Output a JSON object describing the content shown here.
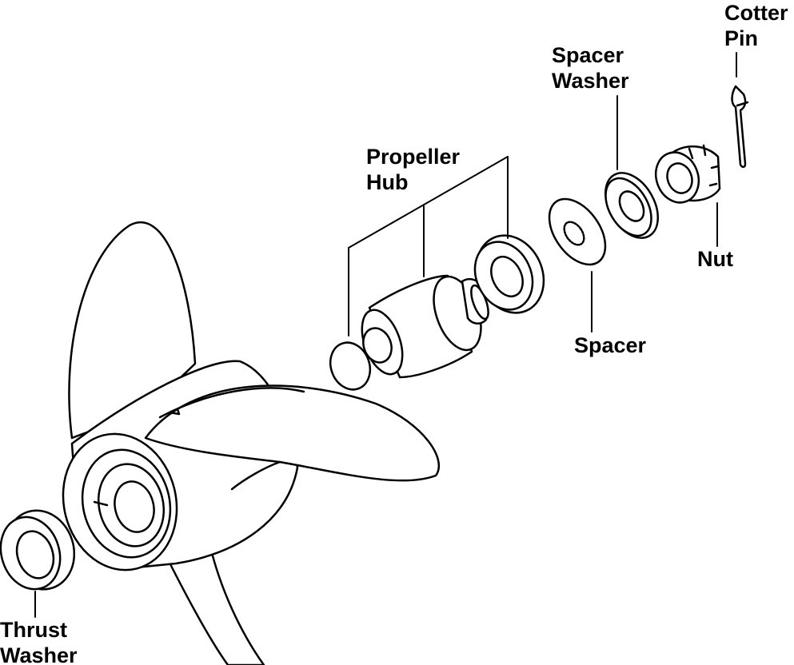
{
  "labels": {
    "cotter_pin": [
      "Cotter",
      "Pin"
    ],
    "spacer_washer": [
      "Spacer",
      "Washer"
    ],
    "propeller_hub": [
      "Propeller",
      "Hub"
    ],
    "nut": [
      "Nut"
    ],
    "spacer": [
      "Spacer"
    ],
    "thrust_washer": [
      "Thrust",
      "Washer"
    ]
  },
  "colors": {
    "ink": "#000000",
    "paper": "#ffffff"
  }
}
